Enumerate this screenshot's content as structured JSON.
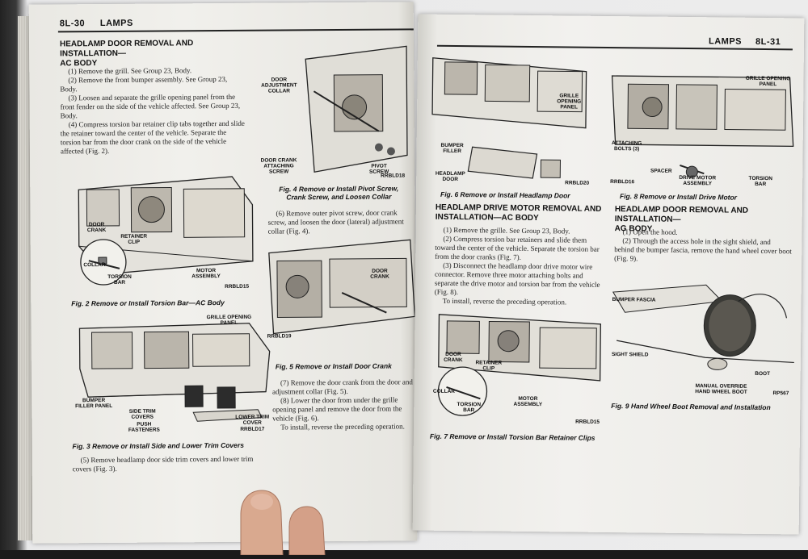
{
  "left_page": {
    "header": {
      "page_number": "8L-30",
      "section": "LAMPS"
    },
    "heading": [
      "HEADLAMP DOOR REMOVAL AND INSTALLATION—",
      "AC BODY"
    ],
    "steps": [
      "(1) Remove the grill. See Group 23, Body.",
      "(2) Remove the front bumper assembly. See Group 23, Body.",
      "(3) Loosen and separate the grille opening panel from the front fender on the side of the vehicle affected. See Group 23, Body.",
      "(4) Compress torsion bar retainer clip tabs together and slide the retainer toward the center of the vehicle. Separate the torsion bar from the door crank on the side of the vehicle affected (Fig. 2)."
    ],
    "fig2": {
      "caption": "Fig. 2 Remove or Install Torsion Bar—AC Body",
      "code": "RRBLD15",
      "labels": {
        "door_crank": "DOOR CRANK",
        "retainer_clip": "RETAINER CLIP",
        "collar": "COLLAR",
        "torsion_bar": "TORSION BAR",
        "motor_assembly": "MOTOR ASSEMBLY"
      }
    },
    "fig3": {
      "caption": "Fig. 3 Remove or Install Side and Lower Trim Covers",
      "code": "RRBLD17",
      "labels": {
        "grille_opening_panel": "GRILLE OPENING PANEL",
        "bumper_filler_panel": "BUMPER FILLER PANEL",
        "side_trim_covers": "SIDE TRIM COVERS",
        "push_fasteners": "PUSH FASTENERS",
        "lower_trim_cover": "LOWER TRIM COVER"
      }
    },
    "step5": "(5) Remove headlamp door side trim covers and lower trim covers (Fig. 3).",
    "fig4": {
      "caption": [
        "Fig. 4 Remove or Install Pivot Screw,",
        "Crank Screw, and Loosen Collar"
      ],
      "code": "RRBLD18",
      "labels": {
        "door_adjustment_collar": "DOOR ADJUSTMENT COLLAR",
        "door_crank_attaching_screw": "DOOR CRANK ATTACHING SCREW",
        "pivot_screw": "PIVOT SCREW"
      }
    },
    "step6": "(6) Remove outer pivot screw, door crank screw, and loosen the door (lateral) adjustment collar (Fig. 4).",
    "fig5": {
      "caption": "Fig. 5 Remove or Install Door Crank",
      "code": "RRBLD19",
      "labels": {
        "door_crank": "DOOR CRANK"
      }
    },
    "steps_end": [
      "(7) Remove the door crank from the door and adjustment collar (Fig. 5).",
      "(8) Lower the door from under the grille opening panel and remove the door from the vehicle (Fig. 6).",
      "To install, reverse the preceding operation."
    ]
  },
  "right_page": {
    "header": {
      "section": "LAMPS",
      "page_number": "8L-31"
    },
    "fig6": {
      "caption": "Fig. 6 Remove or Install Headlamp Door",
      "code": "RRBLD20",
      "labels": {
        "grille_opening_panel": "GRILLE OPENING PANEL",
        "bumper_filler": "BUMPER FILLER",
        "headlamp_door": "HEADLAMP DOOR"
      }
    },
    "fig8": {
      "caption": "Fig. 8 Remove or Install Drive Motor",
      "code": "RRBLD16",
      "labels": {
        "grille_opening_panel": "GRILLE OPENING PANEL",
        "attaching_bolts": "ATTACHING BOLTS (3)",
        "spacer": "SPACER",
        "drive_motor_assembly": "DRIVE MOTOR ASSEMBLY",
        "torsion_bar": "TORSION BAR"
      }
    },
    "heading_a": [
      "HEADLAMP DRIVE MOTOR REMOVAL AND",
      "INSTALLATION—AC BODY"
    ],
    "steps_a": [
      "(1) Remove the grille. See Group 23, Body.",
      "(2) Compress torsion bar retainers and slide them toward the center of the vehicle. Separate the torsion bar from the door cranks (Fig. 7).",
      "(3) Disconnect the headlamp door drive motor wire connector. Remove three motor attaching bolts and separate the drive motor and torsion bar from the vehicle (Fig. 8).",
      "To install, reverse the preceding operation."
    ],
    "heading_b": [
      "HEADLAMP DOOR REMOVAL AND INSTALLATION—",
      "AG BODY"
    ],
    "steps_b": [
      "(1) Open the hood.",
      "(2) Through the access hole in the sight shield, and behind the bumper fascia, remove the hand wheel cover boot (Fig. 9)."
    ],
    "fig7": {
      "caption": "Fig. 7 Remove or Install Torsion Bar Retainer Clips",
      "code": "RRBLD15",
      "labels": {
        "door_crank": "DOOR CRANK",
        "retainer_clip": "RETAINER CLIP",
        "collar": "COLLAR",
        "torsion_bar": "TORSION BAR",
        "motor_assembly": "MOTOR ASSEMBLY"
      }
    },
    "fig9": {
      "caption": "Fig. 9 Hand Wheel Boot Removal and Installation",
      "code": "RP567",
      "labels": {
        "bumper_fascia": "BUMPER FASCIA",
        "sight_shield": "SIGHT SHIELD",
        "boot": "BOOT",
        "manual_override": "MANUAL OVERRIDE",
        "hand_wheel_boot": "HAND WHEEL BOOT"
      }
    }
  }
}
